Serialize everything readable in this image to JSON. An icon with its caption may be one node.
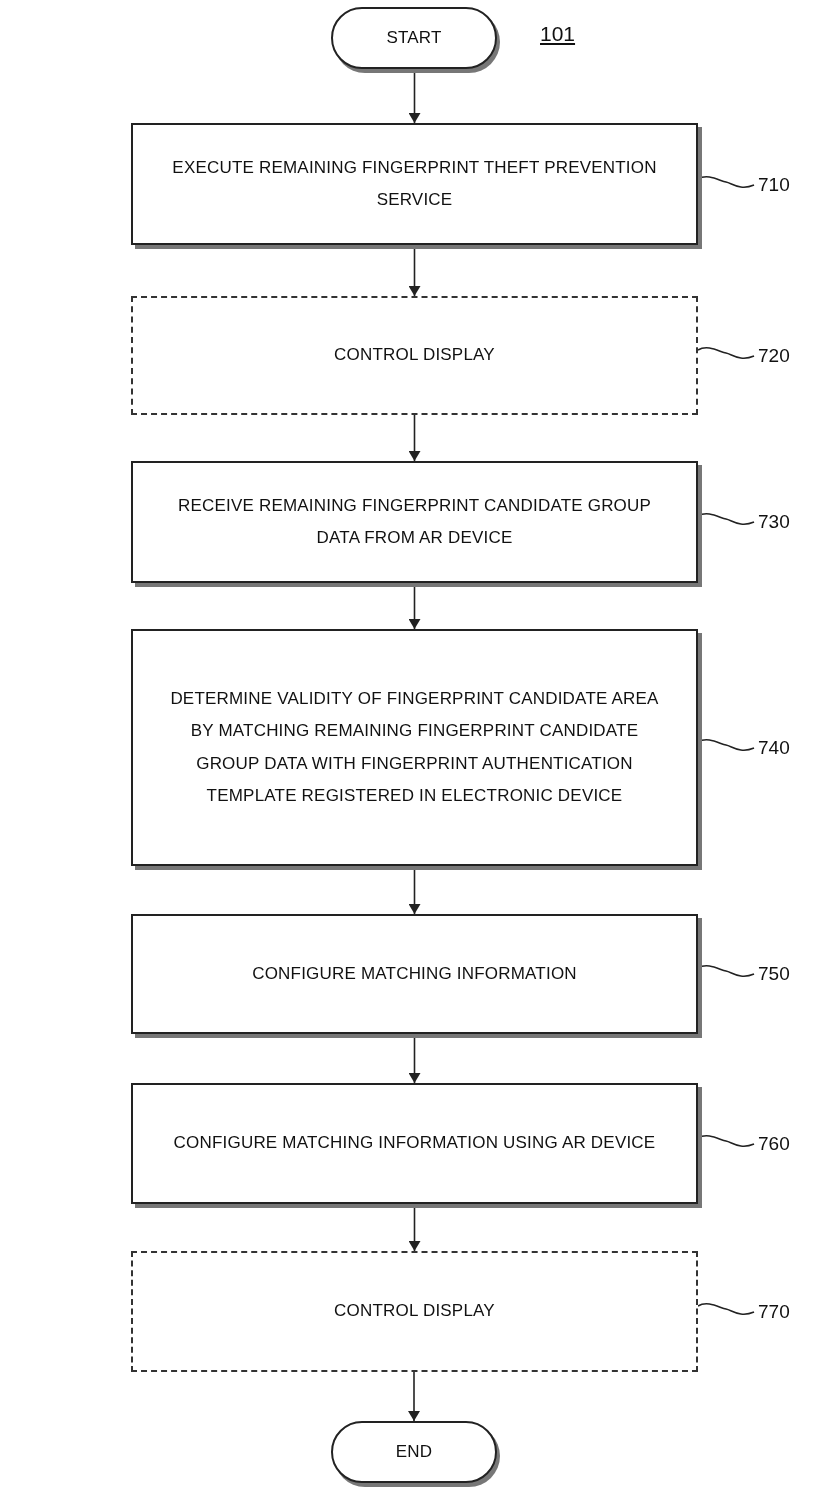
{
  "diagram": {
    "nodes": [
      {
        "text": [
          "START"
        ]
      },
      {
        "text": [
          "EXECUTE REMAINING FINGERPRINT THEFT PREVENTION SERVICE"
        ]
      },
      {
        "text": [
          "CONTROL DISPLAY"
        ]
      },
      {
        "text": [
          "RECEIVE REMAINING FINGERPRINT CANDIDATE GROUP DATA FROM AR DEVICE"
        ]
      },
      {
        "text": [
          "DETERMINE VALIDITY OF FINGERPRINT CANDIDATE AREA BY MATCHING REMAINING FINGERPRINT CANDIDATE GROUP DATA WITH FINGERPRINT AUTHENTICATION TEMPLATE REGISTERED IN ELECTRONIC DEVICE"
        ]
      },
      {
        "text": [
          "CONFIGURE MATCHING INFORMATION"
        ]
      },
      {
        "text": [
          "CONFIGURE MATCHING INFORMATION USING AR DEVICE"
        ]
      },
      {
        "text": [
          "CONTROL DISPLAY"
        ]
      },
      {
        "text": [
          "END"
        ]
      },
      {
        "text": [
          "710"
        ]
      },
      {
        "text": [
          "720"
        ]
      },
      {
        "text": [
          "730"
        ]
      },
      {
        "text": [
          "740"
        ]
      },
      {
        "text": [
          "750"
        ]
      },
      {
        "text": [
          "760"
        ]
      },
      {
        "text": [
          "770"
        ]
      }
    ],
    "edges": [
      {
        "from": 0,
        "to": 1,
        "arrow": "to"
      },
      {
        "from": 1,
        "to": 2,
        "arrow": "to"
      },
      {
        "from": 2,
        "to": 3,
        "arrow": "to"
      },
      {
        "from": 3,
        "to": 4,
        "arrow": "to"
      },
      {
        "from": 4,
        "to": 5,
        "arrow": "to"
      },
      {
        "from": 5,
        "to": 6,
        "arrow": "to"
      },
      {
        "from": 6,
        "to": 7,
        "arrow": "to"
      },
      {
        "from": 7,
        "to": 8,
        "arrow": "to"
      },
      {
        "from": 9,
        "to": 1,
        "arrow": "none"
      },
      {
        "from": 10,
        "to": 2,
        "arrow": "none"
      },
      {
        "from": 11,
        "to": 3,
        "arrow": "none"
      },
      {
        "from": 12,
        "to": 4,
        "arrow": "none"
      },
      {
        "from": 13,
        "to": 5,
        "arrow": "none"
      },
      {
        "from": 14,
        "to": 6,
        "arrow": "none"
      },
      {
        "from": 15,
        "to": 7,
        "arrow": "none"
      }
    ],
    "labels": [
      "101"
    ]
  }
}
